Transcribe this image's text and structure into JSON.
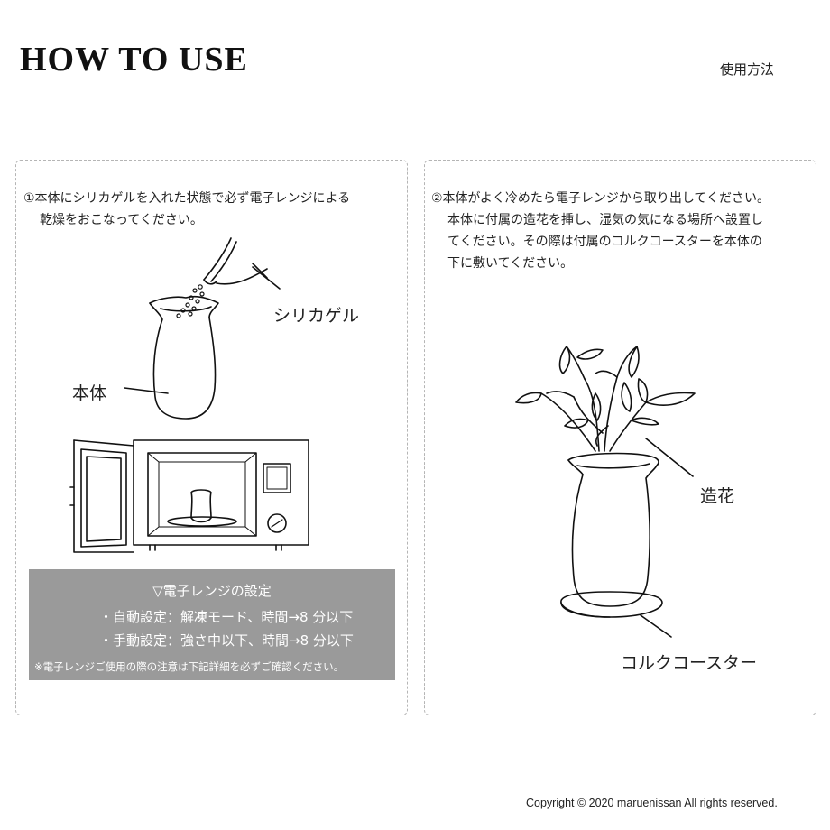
{
  "header": {
    "title": "HOW TO USE",
    "subtitle": "使用方法"
  },
  "step1": {
    "lines": [
      "①本体にシリカゲルを入れた状態で必ず電子レンジによる",
      "乾燥をおこなってください。"
    ],
    "label_silica": "シリカゲル",
    "label_body": "本体"
  },
  "settings": {
    "title": "▽電子レンジの設定",
    "auto": "・自動設定：解凍モード、時間→8 分以下",
    "manual": "・手動設定：強さ中以下、時間→8 分以下",
    "note": "※電子レンジご使用の際の注意は下記詳細を必ずご確認ください。"
  },
  "step2": {
    "lines": [
      "②本体がよく冷めたら電子レンジから取り出してください。",
      "本体に付属の造花を挿し、湿気の気になる場所へ設置し",
      "てください。その際は付属のコルクコースターを本体の",
      "下に敷いてください。"
    ],
    "label_flower": "造花",
    "label_coaster": "コルクコースター"
  },
  "footer": {
    "copyright": "Copyright © 2020 maruenissan All rights reserved."
  },
  "colors": {
    "settings_bg": "#9a9a9a",
    "rule": "#888888",
    "panel_border": "#b5b5b5"
  }
}
